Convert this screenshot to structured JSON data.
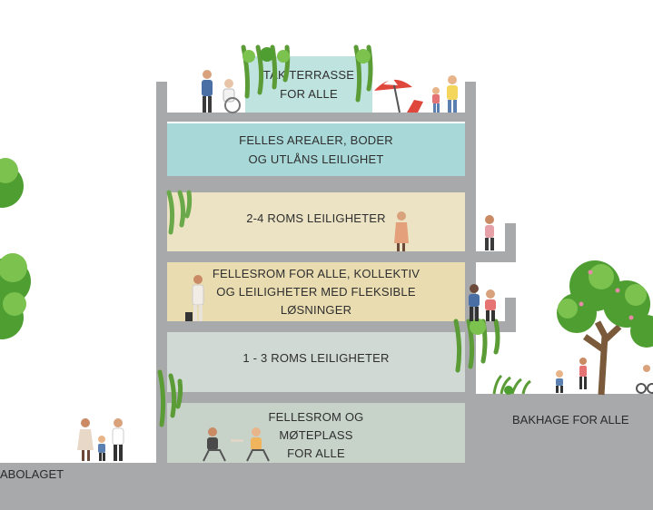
{
  "floors": {
    "roof": {
      "line1": "TAK TERRASSE",
      "line2": "FOR ALLE",
      "color": "#bfe3df"
    },
    "f5": {
      "line1": "FELLES AREALER, BODER",
      "line2": "OG UTLÅNS LEILIGHET",
      "color": "#a9d8d8"
    },
    "f4": {
      "line1": "2-4 ROMS LEILIGHETER",
      "color": "#ece3c4"
    },
    "f3": {
      "line1": "FELLESROM FOR ALLE, KOLLEKTIV",
      "line2": "OG LEILIGHETER MED FLEKSIBLE",
      "line3": "LØSNINGER",
      "color": "#e8dcb0"
    },
    "f2": {
      "line1": "1 - 3 ROMS LEILIGHETER",
      "color": "#d0d9d4"
    },
    "f1": {
      "line1": "FELLESROM OG",
      "line2": "MØTEPLASS",
      "line3": "FOR ALLE",
      "color": "#c7d3c9"
    }
  },
  "labels": {
    "left": "ABOLAGET",
    "right": "BAKHAGE FOR ALLE"
  },
  "colors": {
    "structure": "#a7a9ab",
    "foliage_dark": "#4f9e32",
    "foliage_light": "#7cc24f",
    "trunk": "#7a5a3a"
  }
}
